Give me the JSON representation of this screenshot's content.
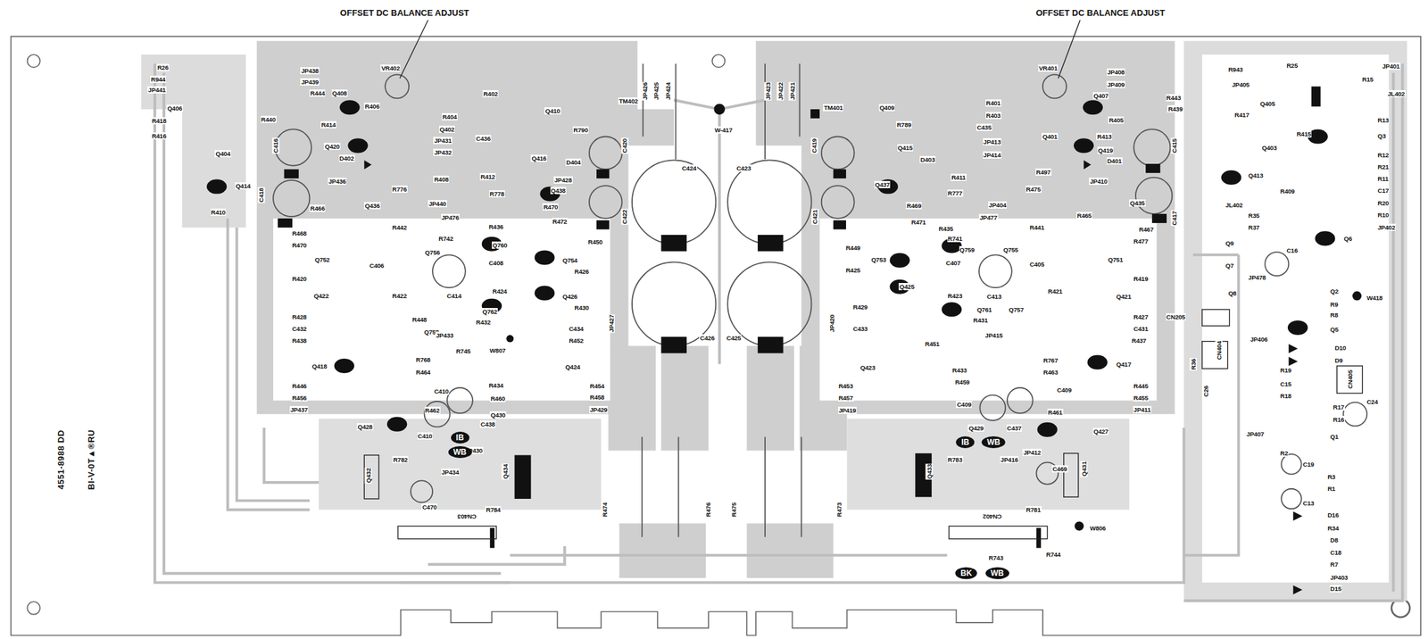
{
  "diagram": {
    "nodes": [
      {
        "text": [
          "IB"
        ]
      },
      {
        "text": [
          "WB"
        ]
      },
      {
        "text": [
          "IB"
        ]
      },
      {
        "text": [
          "WB"
        ]
      },
      {
        "text": [
          "BK"
        ]
      },
      {
        "text": [
          "WB"
        ]
      }
    ],
    "labels": [
      "OFFSET DC BALANCE ADJUST",
      "OFFSET DC BALANCE ADJUST",
      "VR402",
      "VR401",
      "R26",
      "R944",
      "JP441",
      "JP438",
      "JP439",
      "R444",
      "Q408",
      "R406",
      "Q406",
      "R418",
      "R416",
      "R440",
      "Q404",
      "Q414",
      "R410",
      "C416",
      "C418",
      "R414",
      "Q420",
      "D402",
      "JP436",
      "R466",
      "Q436",
      "R776",
      "R468",
      "R470",
      "Q752",
      "R420",
      "Q422",
      "R428",
      "C432",
      "R438",
      "Q418",
      "R446",
      "R456",
      "JP437",
      "R442",
      "R422",
      "R448",
      "Q758",
      "R768",
      "R464",
      "C410",
      "R462",
      "C410",
      "Q428",
      "R782",
      "Q432",
      "C470",
      "JP434",
      "JP430",
      "Q434",
      "R784",
      "CN403",
      "C438",
      "Q430",
      "R460",
      "R434",
      "Q402",
      "R404",
      "R402",
      "C436",
      "JP431",
      "JP432",
      "R408",
      "JP440",
      "JP476",
      "R412",
      "R778",
      "Q416",
      "Q410",
      "R790",
      "JP428",
      "D404",
      "Q438",
      "R470",
      "R472",
      "R450",
      "C420",
      "C422",
      "TM402",
      "JP426",
      "JP425",
      "JP424",
      "R436",
      "R742",
      "Q756",
      "Q760",
      "C406",
      "C414",
      "C408",
      "Q754",
      "R426",
      "R424",
      "Q426",
      "R430",
      "Q762",
      "R432",
      "JP433",
      "C434",
      "R452",
      "R745",
      "W807",
      "Q424",
      "R454",
      "R458",
      "JP429",
      "C424",
      "C426",
      "JP427",
      "R474",
      "R476",
      "W-417",
      "JP423",
      "JP422",
      "JP421",
      "TM401",
      "Q409",
      "R789",
      "C419",
      "Q415",
      "D403",
      "C421",
      "R469",
      "Q437",
      "R401",
      "R403",
      "C435",
      "JP413",
      "JP414",
      "R411",
      "R777",
      "JP404",
      "JP477",
      "R471",
      "R435",
      "R741",
      "Q759",
      "Q755",
      "R449",
      "Q753",
      "R425",
      "C407",
      "C405",
      "Q425",
      "R423",
      "Q761",
      "R421",
      "R429",
      "R431",
      "C413",
      "Q757",
      "C433",
      "R451",
      "JP415",
      "R437",
      "Q423",
      "R767",
      "R463",
      "R433",
      "R459",
      "C409",
      "C409",
      "R461",
      "Q427",
      "Q429",
      "C437",
      "JP412",
      "R783",
      "Q433",
      "JP416",
      "C469",
      "Q431",
      "R781",
      "CN402",
      "W806",
      "R743",
      "R744",
      "JP419",
      "R453",
      "R457",
      "R441",
      "Q751",
      "R419",
      "Q421",
      "R427",
      "C431",
      "Q417",
      "R445",
      "R455",
      "JP411",
      "R477",
      "R465",
      "R467",
      "Q435",
      "C417",
      "R475",
      "C415",
      "JP410",
      "R497",
      "D401",
      "Q419",
      "R413",
      "R405",
      "Q407",
      "Q401",
      "C423",
      "C425",
      "JP420",
      "R475",
      "R473",
      "JP408",
      "JP409",
      "R443",
      "R439",
      "R943",
      "R25",
      "JP405",
      "Q405",
      "R417",
      "R415",
      "Q403",
      "R15",
      "JP401",
      "JL402",
      "R13",
      "Q3",
      "R12",
      "R21",
      "R11",
      "C17",
      "R20",
      "R10",
      "JP402",
      "Q6",
      "Q413",
      "R409",
      "JL402",
      "R35",
      "R37",
      "Q9",
      "C16",
      "Q7",
      "JP478",
      "Q8",
      "W418",
      "CN205",
      "Q2",
      "R9",
      "R8",
      "Q5",
      "JP406",
      "D10",
      "D9",
      "CN404",
      "CN405",
      "R36",
      "C26",
      "R19",
      "C15",
      "R18",
      "R17",
      "R16",
      "C24",
      "JP407",
      "Q1",
      "R2",
      "C19",
      "R3",
      "R1",
      "C13",
      "D16",
      "R34",
      "D8",
      "C18",
      "R7",
      "JP403",
      "D15",
      "4551-8988 DD",
      "BI-V-0T▲®RU"
    ]
  }
}
